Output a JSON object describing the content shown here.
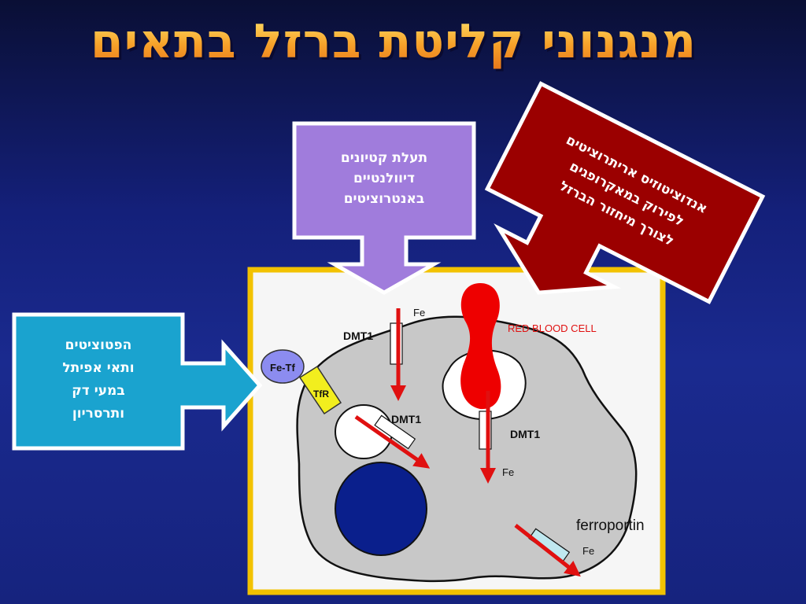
{
  "title": "מנגנוני קליטת ברזל בתאים",
  "callouts": {
    "top": {
      "text": "תעלת קטיונים\nדיוולנטיים\nבאנטרוציטים",
      "color": "#a07cdc"
    },
    "left": {
      "text": "הפטוציטים\nותאי אפיתל\nבמעי דק\nותרסריון",
      "color": "#1aa3cf"
    },
    "right": {
      "text": "אנדוציטוזיס אריתרוציטים\nלפירוק במאקרופגים\nלצורך מיחזור הברזל",
      "color": "#9b0000"
    }
  },
  "diagram": {
    "labels": {
      "fe_tf": "Fe-Tf",
      "tfr": "TfR",
      "dmt1_top": "DMT1",
      "dmt1_mid": "DMT1",
      "dmt1_right": "DMT1",
      "fe_top": "Fe",
      "fe_right": "Fe",
      "fe_ferro": "Fe",
      "rbc": "RED BLOOD CELL",
      "ferroportin": "ferroportin"
    },
    "colors": {
      "frame": "#f2c200",
      "cell": "#c8c8c8",
      "nucleus": "#0a1f8c",
      "arrow": "#e01010",
      "rbc": "#ee0000",
      "tfr": "#f2ee1e",
      "fe_tf": "#8c8cf0",
      "ferroportin_channel": "#bfe8f0"
    }
  }
}
